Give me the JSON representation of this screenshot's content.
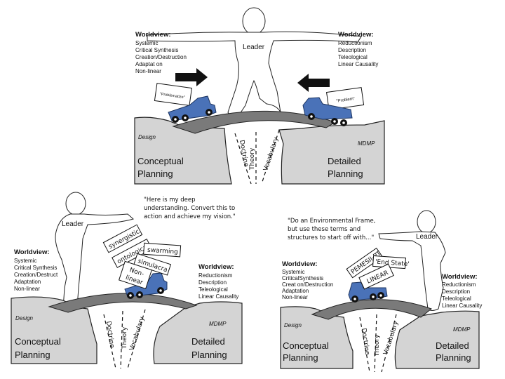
{
  "panels": [
    {
      "id": "top",
      "leader_label": "Leader",
      "left_worldview": {
        "heading": "Worldview:",
        "items": [
          "Systemic",
          "Critical Synthesis",
          "Creation/Destruction",
          "Adaptat on",
          "Non-linear"
        ]
      },
      "right_worldview": {
        "heading": "Worldview:",
        "items": [
          "Reductionism",
          "Description",
          "Teleological",
          "Linear Causality"
        ]
      },
      "left_truck_sign": "\"Problematize\"",
      "right_truck_sign": "\"Problem\"",
      "gap_labels": [
        "Doctrine",
        "Theory",
        "Vocabulary"
      ],
      "left_cliff": {
        "tag": "Design",
        "title_line1": "Conceptual",
        "title_line2": "Planning"
      },
      "right_cliff": {
        "tag": "MDMP",
        "title_line1": "Detailed",
        "title_line2": "Planning"
      }
    },
    {
      "id": "bottom-left",
      "leader_label": "Leader",
      "quote": [
        "\"Here is my deep",
        "understanding. Convert this to",
        "action and achieve my vision.\""
      ],
      "left_worldview": {
        "heading": "Worldview:",
        "items": [
          "Systemic",
          "Critical Synthesis",
          "Creation/Destruct",
          "Adaptation",
          "Non-linear"
        ]
      },
      "right_worldview": {
        "heading": "Worldview:",
        "items": [
          "Reductionism",
          "Description",
          "Teleological",
          "Linear Causality"
        ]
      },
      "cargo_signs": [
        "synergistic",
        "ontological",
        "swarming",
        "simulacra",
        "Non-",
        "linear"
      ],
      "gap_labels": [
        "Doctrine",
        "Theory",
        "Vocabulary"
      ],
      "left_cliff": {
        "tag": "Design",
        "title_line1": "Conceptual",
        "title_line2": "Planning"
      },
      "right_cliff": {
        "tag": "MDMP",
        "title_line1": "Detailed",
        "title_line2": "Planning"
      }
    },
    {
      "id": "bottom-right",
      "leader_label": "Leader",
      "quote": [
        "\"Do an Environmental Frame,",
        "but use these terms and",
        "structures to start off with...\""
      ],
      "left_worldview": {
        "heading": "Worldview:",
        "items": [
          "Systemic",
          "CriticalSynthesis",
          "Creat on/Destruction",
          "Adaptation",
          "Non-linear"
        ]
      },
      "right_worldview": {
        "heading": "Worldview:",
        "items": [
          "Reductionism",
          "Description",
          "Teleological",
          "Linear Causality"
        ]
      },
      "cargo_signs": [
        "PEMESII-PT",
        "'End State'",
        "LINEAR"
      ],
      "gap_labels": [
        "Doctrine",
        "Theory",
        "Vocabulary"
      ],
      "left_cliff": {
        "tag": "Design",
        "title_line1": "Conceptual",
        "title_line2": "Planning"
      },
      "right_cliff": {
        "tag": "MDMP",
        "title_line1": "Detailed",
        "title_line2": "Planning"
      }
    }
  ]
}
